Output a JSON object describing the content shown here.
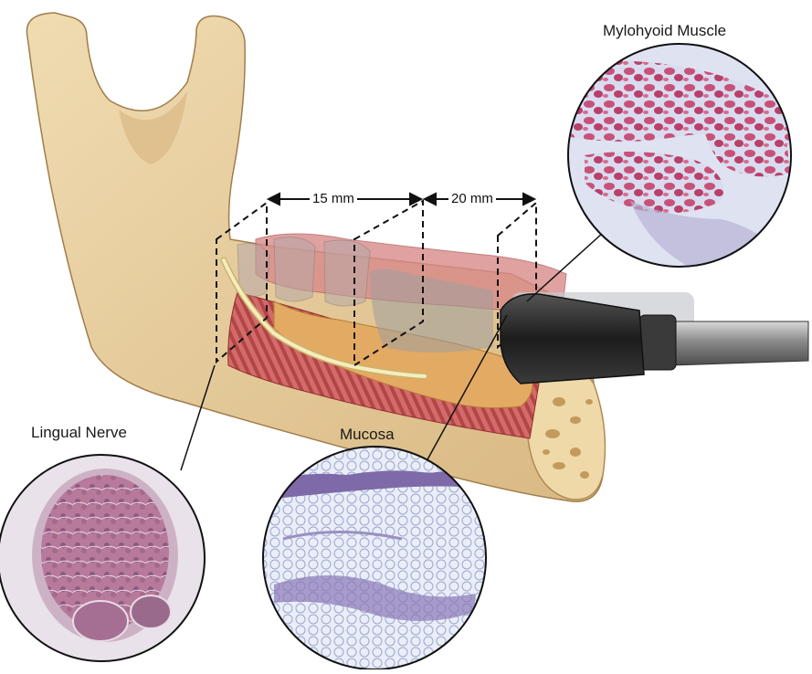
{
  "labels": {
    "mylohyoid": "Mylohyoid Muscle",
    "lingual_nerve": "Lingual Nerve",
    "mucosa": "Mucosa"
  },
  "dimensions": {
    "first": "15 mm",
    "second": "20 mm"
  },
  "colors": {
    "bone": "#e6c99a",
    "bone_dark": "#c9a46e",
    "muscle": "#c85a5a",
    "gland": "#e6b06a",
    "nerve": "#f3e7a8",
    "probe": "#2b2b2b",
    "he_pink": "#c8517a",
    "he_background": "#e8edf6"
  }
}
